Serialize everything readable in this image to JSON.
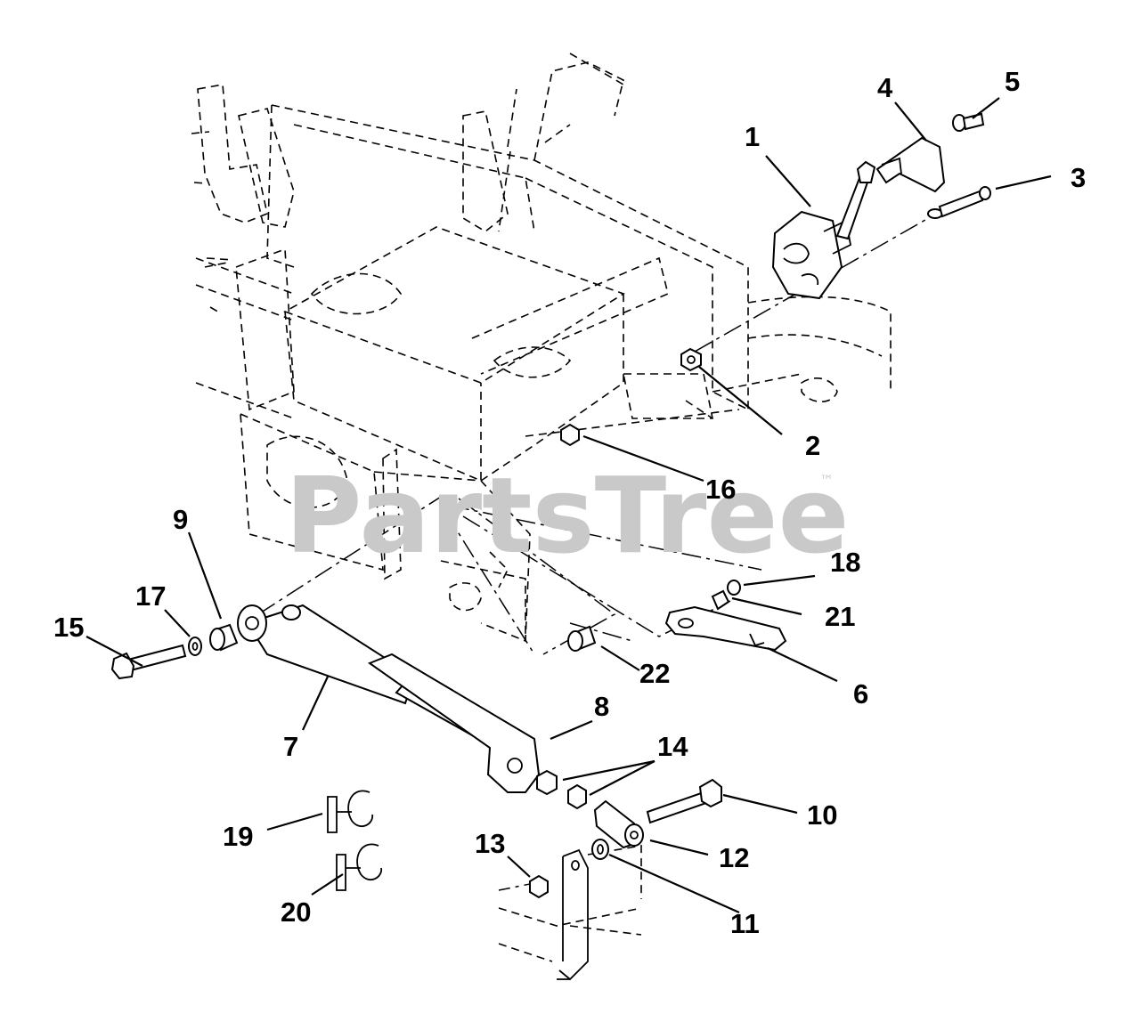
{
  "watermark": {
    "text": "PartsTree",
    "trademark": "™"
  },
  "callouts": [
    {
      "id": "1",
      "label": "1"
    },
    {
      "id": "2",
      "label": "2"
    },
    {
      "id": "3",
      "label": "3"
    },
    {
      "id": "4",
      "label": "4"
    },
    {
      "id": "5",
      "label": "5"
    },
    {
      "id": "6",
      "label": "6"
    },
    {
      "id": "7",
      "label": "7"
    },
    {
      "id": "8",
      "label": "8"
    },
    {
      "id": "9",
      "label": "9"
    },
    {
      "id": "10",
      "label": "10"
    },
    {
      "id": "11",
      "label": "11"
    },
    {
      "id": "12",
      "label": "12"
    },
    {
      "id": "13",
      "label": "13"
    },
    {
      "id": "14",
      "label": "14"
    },
    {
      "id": "15",
      "label": "15"
    },
    {
      "id": "16",
      "label": "16"
    },
    {
      "id": "17",
      "label": "17"
    },
    {
      "id": "18",
      "label": "18"
    },
    {
      "id": "19",
      "label": "19"
    },
    {
      "id": "20",
      "label": "20"
    },
    {
      "id": "21",
      "label": "21"
    },
    {
      "id": "22",
      "label": "22"
    }
  ]
}
